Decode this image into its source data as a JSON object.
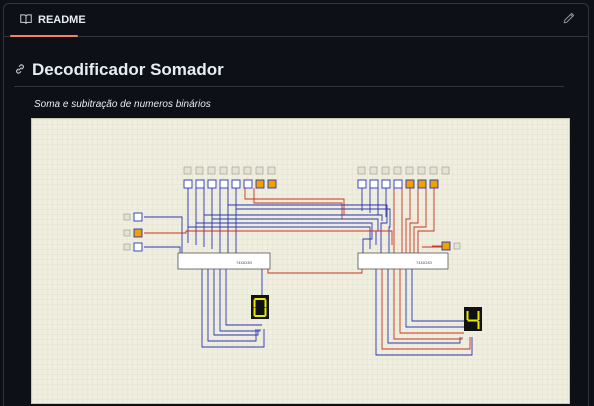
{
  "readme": {
    "tab_label": "README",
    "tab_icon": "book-icon",
    "edit_icon": "pencil-icon",
    "heading": "Decodificador Somador",
    "heading_icon": "link-icon",
    "subtitle": "Soma e subitração de numeros binários"
  },
  "circuit": {
    "left_chip_label": "74XX283",
    "right_chip_label": "74XX283",
    "left_display_value": "0",
    "right_display_value": "4",
    "colors": {
      "grid_bg": "#f0eede",
      "wire_blue": "#2a37b8",
      "wire_red": "#c8321e",
      "switch_on": "#f0a000",
      "display_bg": "#111111",
      "display_segment": "#e8e800"
    }
  }
}
